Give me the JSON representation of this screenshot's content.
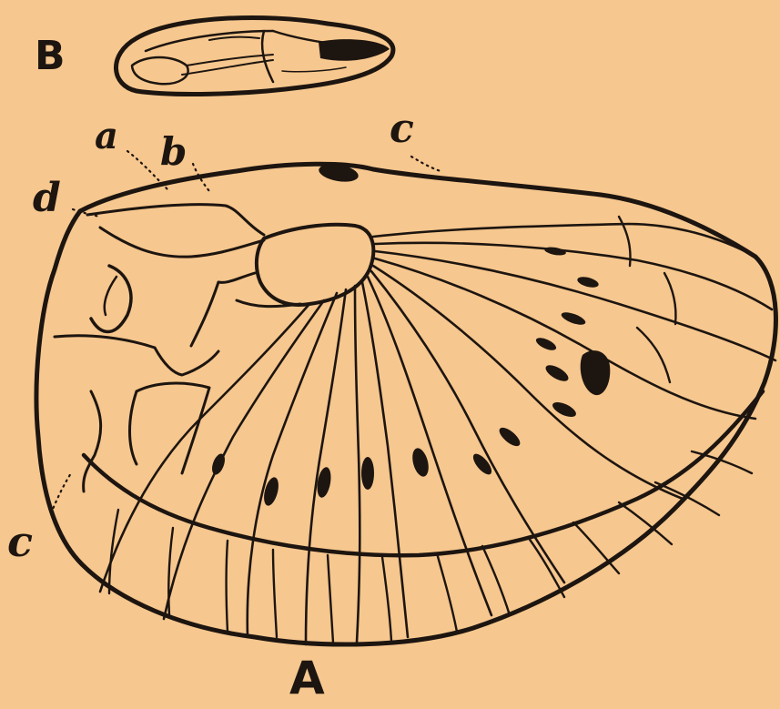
{
  "figure": {
    "panel_labels": {
      "main": "A",
      "inset": "B"
    },
    "part_labels": {
      "a": "a",
      "b": "b",
      "upper_c": "c",
      "d": "d",
      "lower_c": "c"
    },
    "colors": {
      "paper": "#f6c78e",
      "ink": "#1d1510"
    }
  }
}
